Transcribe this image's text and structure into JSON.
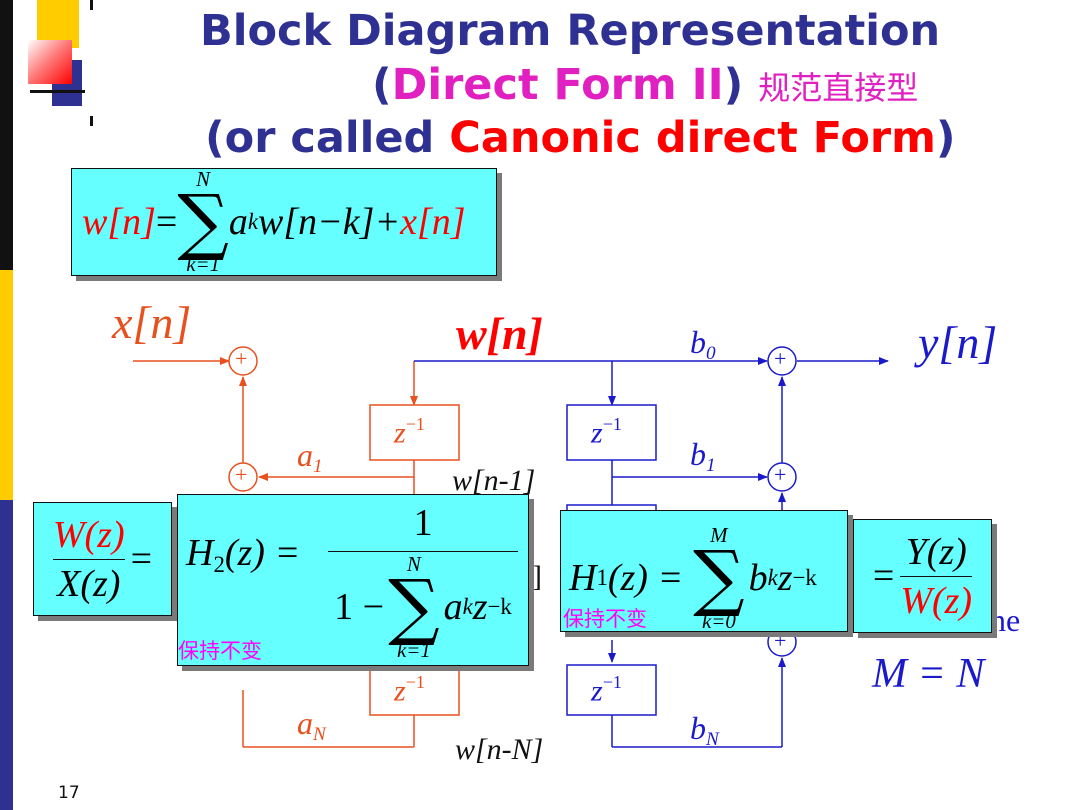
{
  "title": {
    "line1": "Block Diagram Representation",
    "line2_open": "(",
    "line2_main": "Direct Form II",
    "line2_close": ")",
    "line2_cn": "规范直接型",
    "line3_open": "(or called ",
    "line3_main": "Canonic direct Form",
    "line3_close": ")"
  },
  "equation_w": {
    "lhs": "w[n]",
    "sum_top": "N",
    "sum_bottom": "k=1",
    "term": "a",
    "term_sub": "k",
    "term_rest": "w[n−k]+",
    "x": "x[n]",
    "eq": "="
  },
  "signals": {
    "x": "x[n]",
    "w": "w[n]",
    "y": "y[n]",
    "w1": "w[n-1]",
    "wN": "w[n-N]",
    "bracket_left": "]",
    "bracket_right": "]",
    "ne": "ne"
  },
  "delays": {
    "label": "z",
    "exp": "−1"
  },
  "coefficients": {
    "a1": "a",
    "a1_sub": "1",
    "aN": "a",
    "aN_sub": "N",
    "b0": "b",
    "b0_sub": "0",
    "b1": "b",
    "b1_sub": "1",
    "bN": "b",
    "bN_sub": "N"
  },
  "adder_symbol": "+",
  "box_W_over_X": {
    "num": "W(z)",
    "den": "X(z)",
    "eq": "="
  },
  "box_H2": {
    "lhs": "H",
    "lhs_sub": "2",
    "lhs_rest": "(z) =",
    "num": "1",
    "den_prefix": "1 −",
    "sum_top": "N",
    "sum_bottom": "k=1",
    "term": "a",
    "term_sub": "k",
    "term_z": "z",
    "term_exp": "−k",
    "note": "保持不变"
  },
  "box_H1": {
    "lhs": "H",
    "lhs_sub": "1",
    "lhs_rest": "(z) =",
    "sum_top": "M",
    "sum_bottom": "k=0",
    "term": "b",
    "term_sub": "k",
    "term_z": "z",
    "term_exp": "−k",
    "note": "保持不变"
  },
  "box_Y_over_W": {
    "eq": "=",
    "num": "Y(z)",
    "den": "W(z)"
  },
  "condition": "M = N",
  "page_number": "17",
  "colors": {
    "title_blue": "#2e3192",
    "magenta": "#e020c0",
    "red": "#ff0000",
    "orange": "#e8501e",
    "blue": "#1a1acc",
    "cyan_box": "#66ffff"
  }
}
